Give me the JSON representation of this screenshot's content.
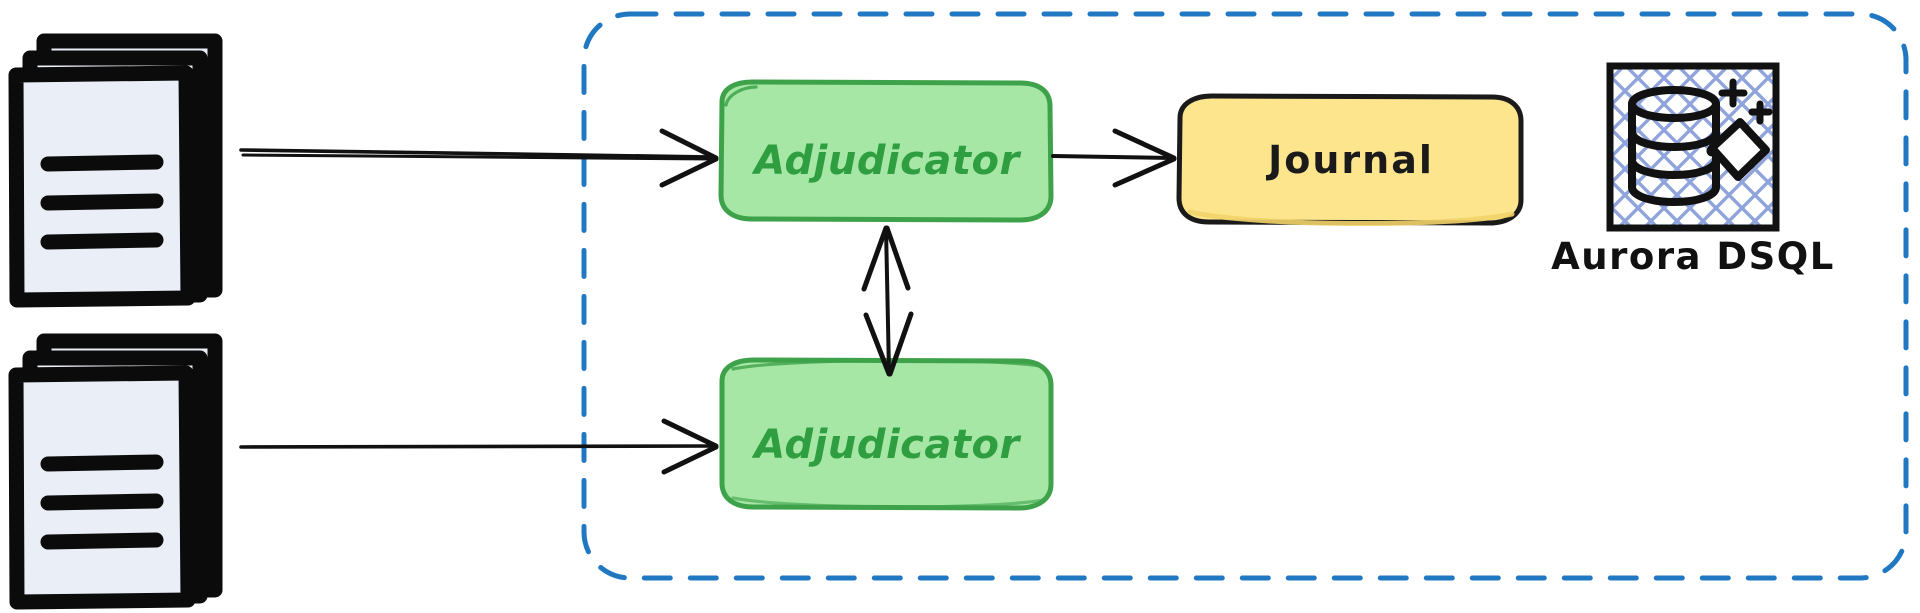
{
  "diagram": {
    "title": "Adjudicator / Journal architecture diagram",
    "background_color": "#ffffff",
    "boundary": {
      "name": "dashed-service-boundary",
      "style": "dashed",
      "color": "#1f78c1"
    },
    "colors": {
      "green_fill": "#a6e7a6",
      "green_stroke": "#3ea24a",
      "green_text": "#2f9e41",
      "yellow_fill": "#fce58d",
      "yellow_stroke": "#1a1a1a",
      "black": "#111111",
      "doc_fill": "#e9eef7",
      "doc_stroke": "#0b0b0b",
      "hatch_blue": "#8fa3dd",
      "dashed_blue": "#1f78c1"
    },
    "nodes": [
      {
        "id": "documents-top",
        "type": "document-stack-icon",
        "label": "",
        "page_count": 3,
        "line_count": 3
      },
      {
        "id": "documents-bottom",
        "type": "document-stack-icon",
        "label": "",
        "page_count": 3,
        "line_count": 3
      },
      {
        "id": "adjudicator-top",
        "type": "rounded-box",
        "label": "Adjudicator",
        "fill": "#a6e7a6",
        "stroke": "#3ea24a",
        "text_color": "#2f9e41"
      },
      {
        "id": "adjudicator-bottom",
        "type": "rounded-box",
        "label": "Adjudicator",
        "fill": "#a6e7a6",
        "stroke": "#3ea24a",
        "text_color": "#2f9e41"
      },
      {
        "id": "journal",
        "type": "rounded-box",
        "label": "Journal",
        "fill": "#fce58d",
        "stroke": "#1a1a1a",
        "text_color": "#1a1a1a"
      },
      {
        "id": "aurora-dsql",
        "type": "service-icon",
        "label": "Aurora DSQL",
        "icon": "database-cylinder-icon",
        "text_color": "#111111"
      }
    ],
    "edges": [
      {
        "id": "edge-docs-top-to-adjudicator-top",
        "from": "documents-top",
        "to": "adjudicator-top",
        "direction": "one-way",
        "label": ""
      },
      {
        "id": "edge-docs-bottom-to-adjudicator-bottom",
        "from": "documents-bottom",
        "to": "adjudicator-bottom",
        "direction": "one-way",
        "label": ""
      },
      {
        "id": "edge-adjudicator-top-to-journal",
        "from": "adjudicator-top",
        "to": "journal",
        "direction": "one-way",
        "label": ""
      },
      {
        "id": "edge-adjudicators-bidirectional",
        "from": "adjudicator-top",
        "to": "adjudicator-bottom",
        "direction": "two-way",
        "label": ""
      }
    ]
  }
}
